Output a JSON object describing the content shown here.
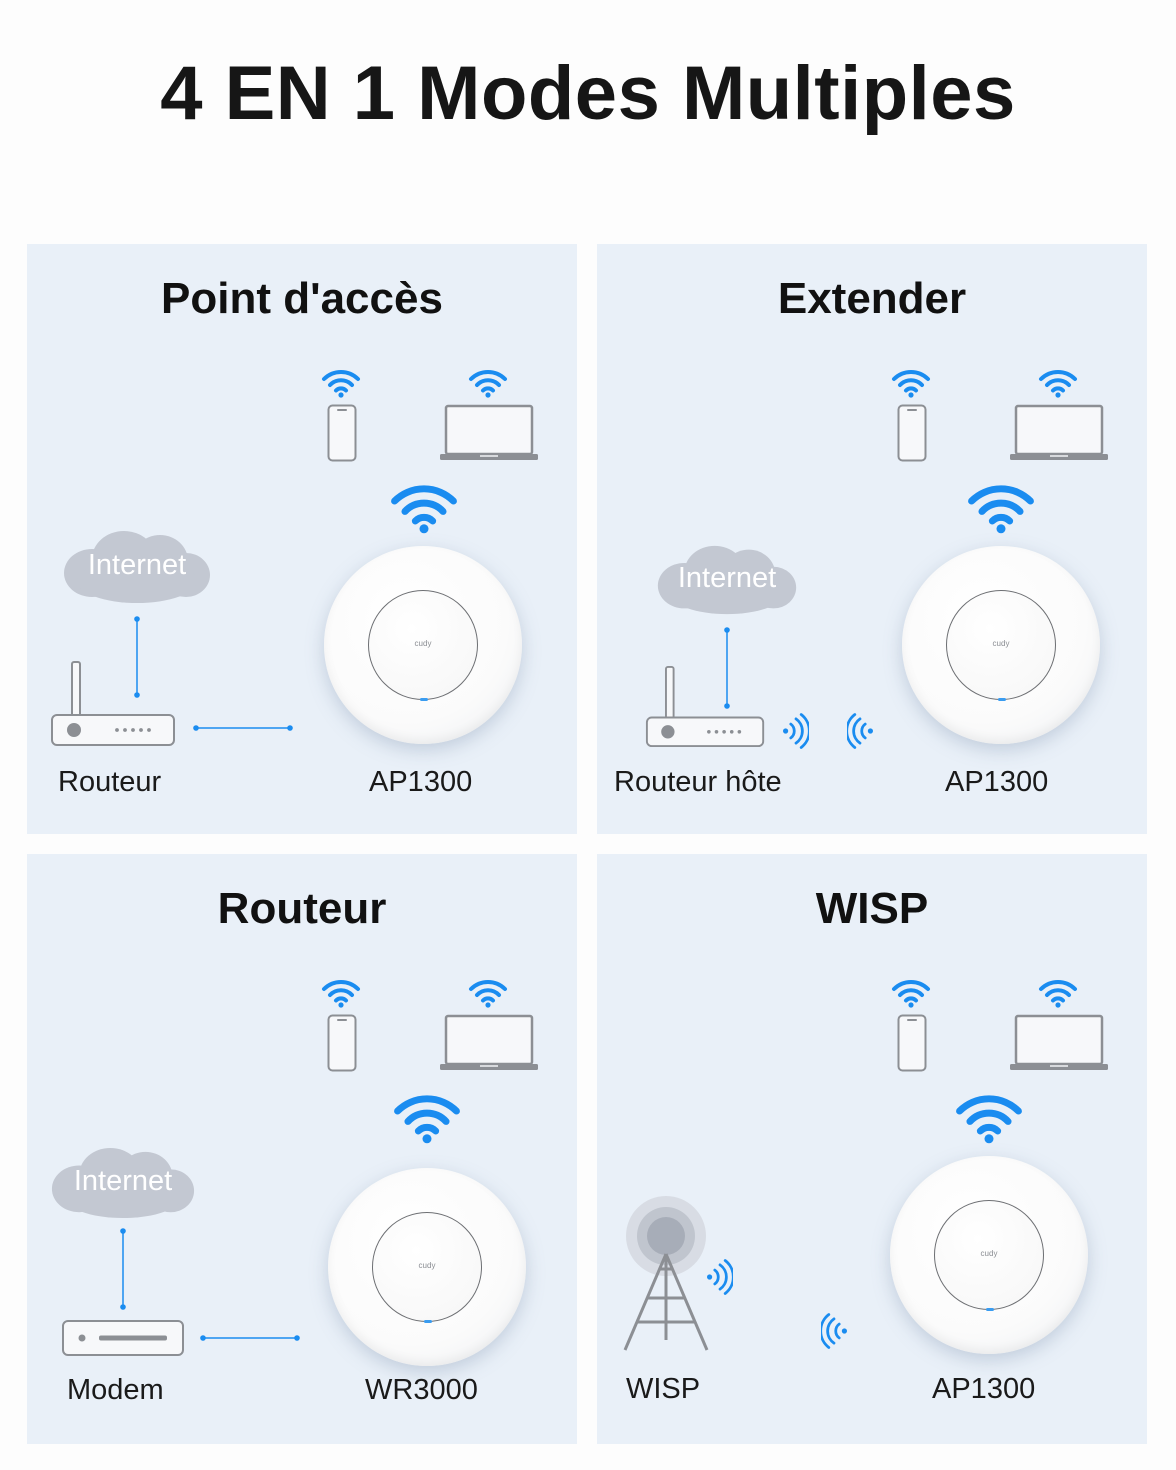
{
  "title": "4 EN 1 Modes Multiples",
  "cloud_label": "Internet",
  "device_brand": "cudy",
  "colors": {
    "background": "#fdfdfd",
    "panel": "#e9f0f8",
    "wifi": "#1a8cf0",
    "device_outline": "#8c8f94",
    "cloud": "#c3c8d2"
  },
  "panels": [
    {
      "title": "Point d'accès",
      "left_label": "Routeur",
      "right_label": "AP1300"
    },
    {
      "title": "Extender",
      "left_label": "Routeur hôte",
      "right_label": "AP1300"
    },
    {
      "title": "Routeur",
      "left_label": "Modem",
      "right_label": "WR3000"
    },
    {
      "title": "WISP",
      "left_label": "WISP",
      "right_label": "AP1300"
    }
  ]
}
